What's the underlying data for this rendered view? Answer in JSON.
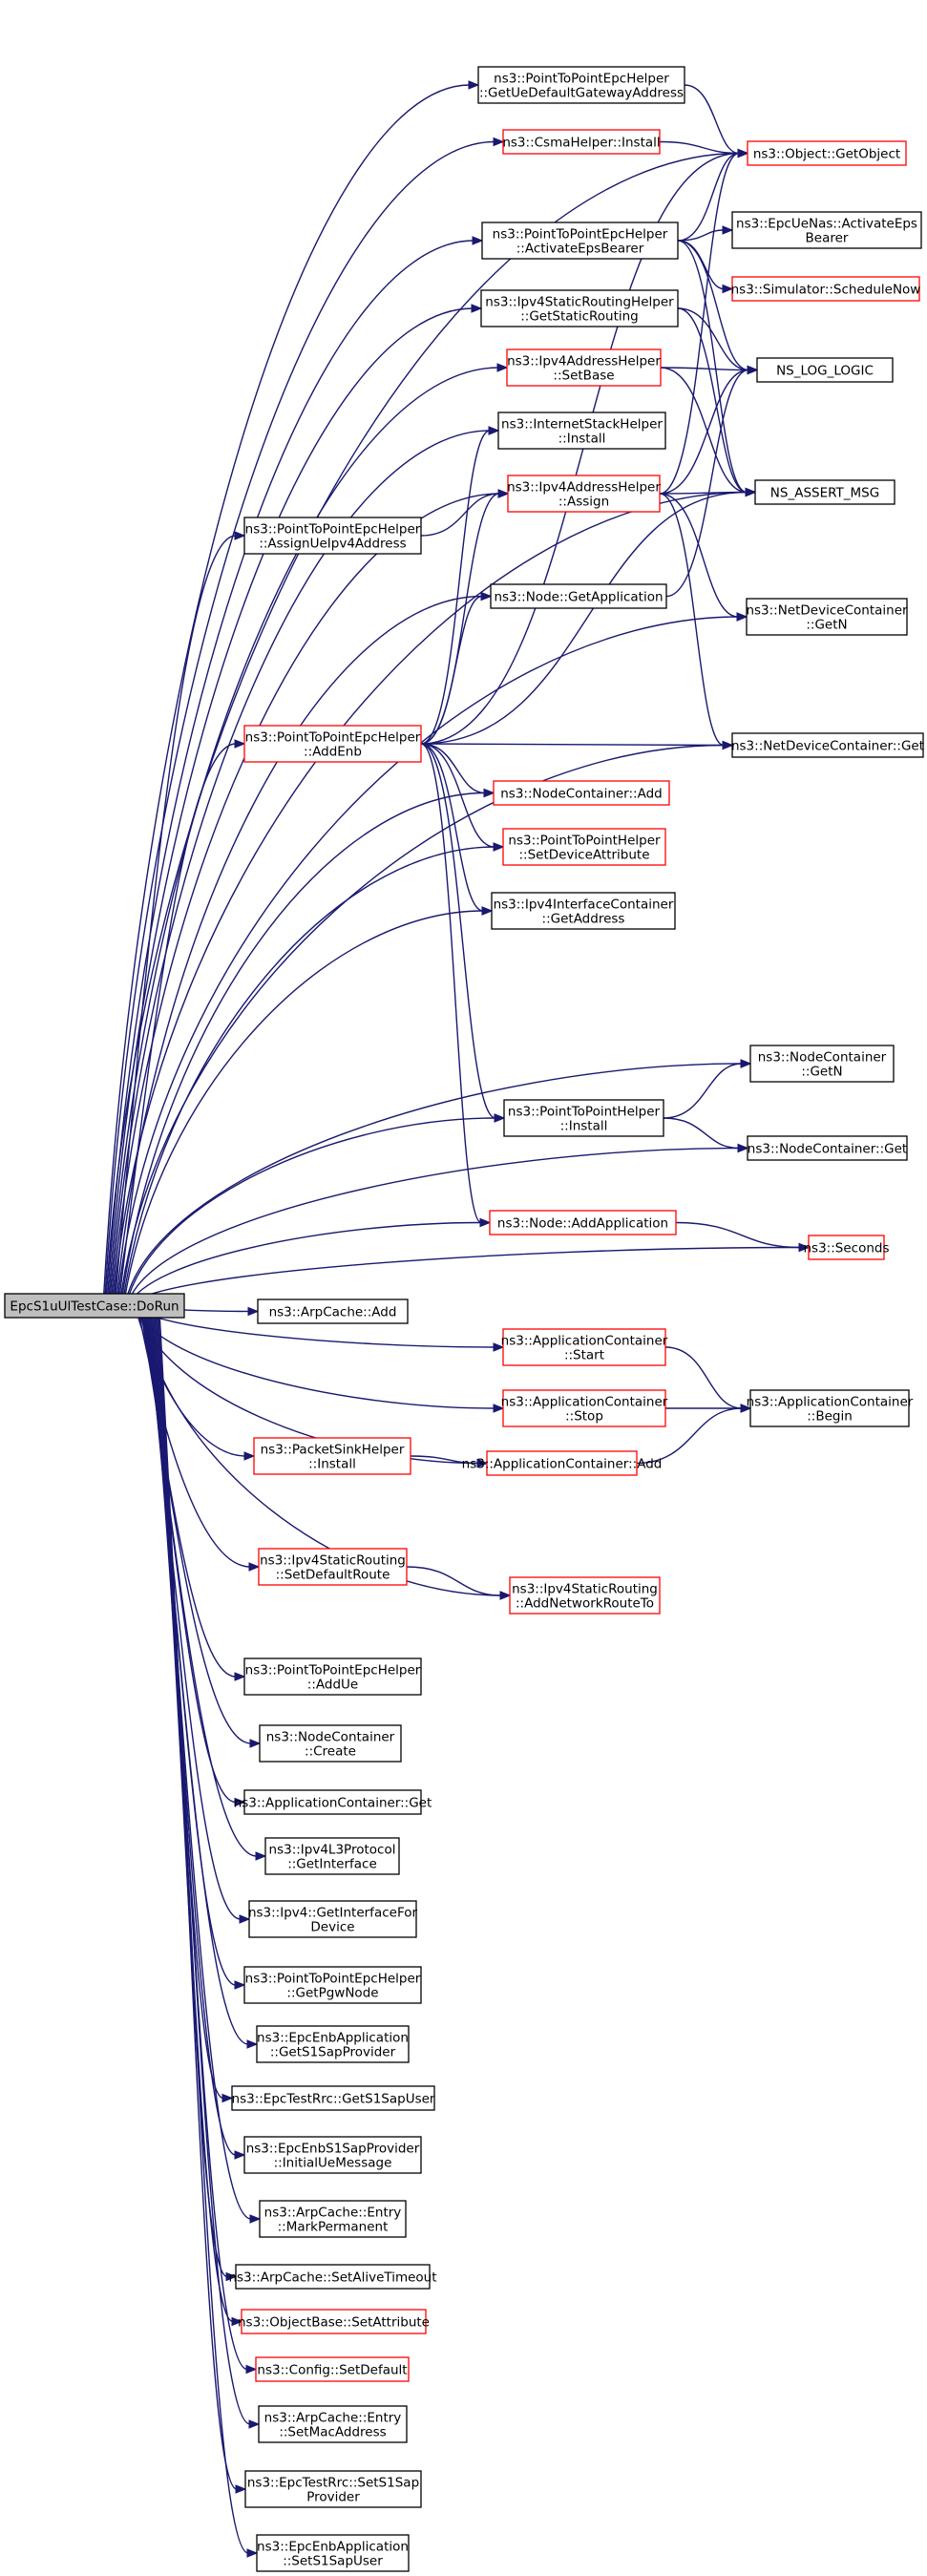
{
  "graph": {
    "root": "EpcS1uUlTestCase::DoRun",
    "colors": {
      "edge": "#191970",
      "normal_border": "#000000",
      "truncated_border": "#ff0000",
      "root_fill": "#bfbfbf",
      "fill": "#ffffff"
    },
    "nodes": [
      {
        "id": "root",
        "lines": [
          "EpcS1uUlTestCase::DoRun"
        ],
        "border": "root"
      },
      {
        "id": "p2p_getdefgw",
        "lines": [
          "ns3::PointToPointEpcHelper",
          "::GetUeDefaultGatewayAddress"
        ],
        "border": "black"
      },
      {
        "id": "csma_install",
        "lines": [
          "ns3::CsmaHelper::Install"
        ],
        "border": "red"
      },
      {
        "id": "obj_getobject",
        "lines": [
          "ns3::Object::GetObject"
        ],
        "border": "red"
      },
      {
        "id": "p2p_activate",
        "lines": [
          "ns3::PointToPointEpcHelper",
          "::ActivateEpsBearer"
        ],
        "border": "black"
      },
      {
        "id": "uenas_activate",
        "lines": [
          "ns3::EpcUeNas::ActivateEps",
          "Bearer"
        ],
        "border": "black"
      },
      {
        "id": "sim_schedulenow",
        "lines": [
          "ns3::Simulator::ScheduleNow"
        ],
        "border": "red"
      },
      {
        "id": "ipv4srh_getstatic",
        "lines": [
          "ns3::Ipv4StaticRoutingHelper",
          "::GetStaticRouting"
        ],
        "border": "black"
      },
      {
        "id": "ns_log_logic",
        "lines": [
          "NS_LOG_LOGIC"
        ],
        "border": "black"
      },
      {
        "id": "ipv4addr_setbase",
        "lines": [
          "ns3::Ipv4AddressHelper",
          "::SetBase"
        ],
        "border": "red"
      },
      {
        "id": "inetstack_install",
        "lines": [
          "ns3::InternetStackHelper",
          "::Install"
        ],
        "border": "black"
      },
      {
        "id": "ipv4addr_assign",
        "lines": [
          "ns3::Ipv4AddressHelper",
          "::Assign"
        ],
        "border": "red"
      },
      {
        "id": "ns_assert_msg",
        "lines": [
          "NS_ASSERT_MSG"
        ],
        "border": "black"
      },
      {
        "id": "p2p_assignue",
        "lines": [
          "ns3::PointToPointEpcHelper",
          "::AssignUeIpv4Address"
        ],
        "border": "black"
      },
      {
        "id": "node_getapp",
        "lines": [
          "ns3::Node::GetApplication"
        ],
        "border": "black"
      },
      {
        "id": "ndc_getn",
        "lines": [
          "ns3::NetDeviceContainer",
          "::GetN"
        ],
        "border": "black"
      },
      {
        "id": "p2p_addenb",
        "lines": [
          "ns3::PointToPointEpcHelper",
          "::AddEnb"
        ],
        "border": "red"
      },
      {
        "id": "ndc_get",
        "lines": [
          "ns3::NetDeviceContainer::Get"
        ],
        "border": "black"
      },
      {
        "id": "nc_add",
        "lines": [
          "ns3::NodeContainer::Add"
        ],
        "border": "red"
      },
      {
        "id": "p2ph_setdevattr",
        "lines": [
          "ns3::PointToPointHelper",
          "::SetDeviceAttribute"
        ],
        "border": "red"
      },
      {
        "id": "ipv4ic_getaddr",
        "lines": [
          "ns3::Ipv4InterfaceContainer",
          "::GetAddress"
        ],
        "border": "black"
      },
      {
        "id": "nc_getn",
        "lines": [
          "ns3::NodeContainer",
          "::GetN"
        ],
        "border": "black"
      },
      {
        "id": "p2ph_install",
        "lines": [
          "ns3::PointToPointHelper",
          "::Install"
        ],
        "border": "black"
      },
      {
        "id": "nc_get",
        "lines": [
          "ns3::NodeContainer::Get"
        ],
        "border": "black"
      },
      {
        "id": "node_addapp",
        "lines": [
          "ns3::Node::AddApplication"
        ],
        "border": "red"
      },
      {
        "id": "seconds",
        "lines": [
          "ns3::Seconds"
        ],
        "border": "red"
      },
      {
        "id": "arpcache_add",
        "lines": [
          "ns3::ArpCache::Add"
        ],
        "border": "black"
      },
      {
        "id": "ac_start",
        "lines": [
          "ns3::ApplicationContainer",
          "::Start"
        ],
        "border": "red"
      },
      {
        "id": "ac_begin",
        "lines": [
          "ns3::ApplicationContainer",
          "::Begin"
        ],
        "border": "black"
      },
      {
        "id": "ac_stop",
        "lines": [
          "ns3::ApplicationContainer",
          "::Stop"
        ],
        "border": "red"
      },
      {
        "id": "psh_install",
        "lines": [
          "ns3::PacketSinkHelper",
          "::Install"
        ],
        "border": "red"
      },
      {
        "id": "ac_add",
        "lines": [
          "ns3::ApplicationContainer::Add"
        ],
        "border": "red"
      },
      {
        "id": "ipv4sr_setdefroute",
        "lines": [
          "ns3::Ipv4StaticRouting",
          "::SetDefaultRoute"
        ],
        "border": "red"
      },
      {
        "id": "ipv4sr_addnetroute",
        "lines": [
          "ns3::Ipv4StaticRouting",
          "::AddNetworkRouteTo"
        ],
        "border": "red"
      },
      {
        "id": "p2p_addue",
        "lines": [
          "ns3::PointToPointEpcHelper",
          "::AddUe"
        ],
        "border": "black"
      },
      {
        "id": "nc_create",
        "lines": [
          "ns3::NodeContainer",
          "::Create"
        ],
        "border": "black"
      },
      {
        "id": "ac_get",
        "lines": [
          "ns3::ApplicationContainer::Get"
        ],
        "border": "black"
      },
      {
        "id": "ipv4l3_getif",
        "lines": [
          "ns3::Ipv4L3Protocol",
          "::GetInterface"
        ],
        "border": "black"
      },
      {
        "id": "ipv4_getiffordev",
        "lines": [
          "ns3::Ipv4::GetInterfaceFor",
          "Device"
        ],
        "border": "black"
      },
      {
        "id": "p2p_getpgw",
        "lines": [
          "ns3::PointToPointEpcHelper",
          "::GetPgwNode"
        ],
        "border": "black"
      },
      {
        "id": "enbapp_gets1sap",
        "lines": [
          "ns3::EpcEnbApplication",
          "::GetS1SapProvider"
        ],
        "border": "black"
      },
      {
        "id": "rrc_gets1sapuser",
        "lines": [
          "ns3::EpcTestRrc::GetS1SapUser"
        ],
        "border": "black"
      },
      {
        "id": "enbs1_initue",
        "lines": [
          "ns3::EpcEnbS1SapProvider",
          "::InitialUeMessage"
        ],
        "border": "black"
      },
      {
        "id": "arpentry_markperm",
        "lines": [
          "ns3::ArpCache::Entry",
          "::MarkPermanent"
        ],
        "border": "black"
      },
      {
        "id": "arp_setalive",
        "lines": [
          "ns3::ArpCache::SetAliveTimeout"
        ],
        "border": "black"
      },
      {
        "id": "objbase_setattr",
        "lines": [
          "ns3::ObjectBase::SetAttribute"
        ],
        "border": "red"
      },
      {
        "id": "config_setdefault",
        "lines": [
          "ns3::Config::SetDefault"
        ],
        "border": "red"
      },
      {
        "id": "arpentry_setmac",
        "lines": [
          "ns3::ArpCache::Entry",
          "::SetMacAddress"
        ],
        "border": "black"
      },
      {
        "id": "rrc_sets1sap",
        "lines": [
          "ns3::EpcTestRrc::SetS1Sap",
          "Provider"
        ],
        "border": "black"
      },
      {
        "id": "enbapp_sets1sapuser",
        "lines": [
          "ns3::EpcEnbApplication",
          "::SetS1SapUser"
        ],
        "border": "black"
      }
    ],
    "edges": [
      [
        "root",
        "p2p_getdefgw"
      ],
      [
        "root",
        "csma_install"
      ],
      [
        "root",
        "obj_getobject"
      ],
      [
        "root",
        "p2p_activate"
      ],
      [
        "root",
        "ipv4srh_getstatic"
      ],
      [
        "root",
        "ipv4addr_setbase"
      ],
      [
        "root",
        "inetstack_install"
      ],
      [
        "root",
        "ipv4addr_assign"
      ],
      [
        "root",
        "ns_assert_msg"
      ],
      [
        "root",
        "p2p_assignue"
      ],
      [
        "root",
        "node_getapp"
      ],
      [
        "root",
        "ndc_getn"
      ],
      [
        "root",
        "p2p_addenb"
      ],
      [
        "root",
        "ndc_get"
      ],
      [
        "root",
        "nc_add"
      ],
      [
        "root",
        "p2ph_setdevattr"
      ],
      [
        "root",
        "ipv4ic_getaddr"
      ],
      [
        "root",
        "nc_getn"
      ],
      [
        "root",
        "p2ph_install"
      ],
      [
        "root",
        "nc_get"
      ],
      [
        "root",
        "node_addapp"
      ],
      [
        "root",
        "seconds"
      ],
      [
        "root",
        "arpcache_add"
      ],
      [
        "root",
        "ac_start"
      ],
      [
        "root",
        "ac_stop"
      ],
      [
        "root",
        "psh_install"
      ],
      [
        "root",
        "ac_add"
      ],
      [
        "root",
        "ipv4sr_setdefroute"
      ],
      [
        "root",
        "ipv4sr_addnetroute"
      ],
      [
        "root",
        "p2p_addue"
      ],
      [
        "root",
        "nc_create"
      ],
      [
        "root",
        "ac_get"
      ],
      [
        "root",
        "ipv4l3_getif"
      ],
      [
        "root",
        "ipv4_getiffordev"
      ],
      [
        "root",
        "p2p_getpgw"
      ],
      [
        "root",
        "enbapp_gets1sap"
      ],
      [
        "root",
        "rrc_gets1sapuser"
      ],
      [
        "root",
        "enbs1_initue"
      ],
      [
        "root",
        "arpentry_markperm"
      ],
      [
        "root",
        "arp_setalive"
      ],
      [
        "root",
        "objbase_setattr"
      ],
      [
        "root",
        "config_setdefault"
      ],
      [
        "root",
        "arpentry_setmac"
      ],
      [
        "root",
        "rrc_sets1sap"
      ],
      [
        "root",
        "enbapp_sets1sapuser"
      ],
      [
        "p2p_getdefgw",
        "obj_getobject"
      ],
      [
        "csma_install",
        "obj_getobject"
      ],
      [
        "p2p_activate",
        "obj_getobject"
      ],
      [
        "p2p_activate",
        "uenas_activate"
      ],
      [
        "p2p_activate",
        "sim_schedulenow"
      ],
      [
        "p2p_activate",
        "ns_log_logic"
      ],
      [
        "p2p_activate",
        "ns_assert_msg"
      ],
      [
        "ipv4srh_getstatic",
        "ns_log_logic"
      ],
      [
        "ipv4srh_getstatic",
        "ns_assert_msg"
      ],
      [
        "ipv4addr_setbase",
        "ns_log_logic"
      ],
      [
        "ipv4addr_setbase",
        "ns_assert_msg"
      ],
      [
        "ipv4addr_assign",
        "obj_getobject"
      ],
      [
        "ipv4addr_assign",
        "ns_log_logic"
      ],
      [
        "ipv4addr_assign",
        "ns_assert_msg"
      ],
      [
        "ipv4addr_assign",
        "ndc_getn"
      ],
      [
        "ipv4addr_assign",
        "ndc_get"
      ],
      [
        "p2p_assignue",
        "ipv4addr_assign"
      ],
      [
        "node_getapp",
        "ns_log_logic"
      ],
      [
        "p2p_addenb",
        "obj_getobject"
      ],
      [
        "p2p_addenb",
        "inetstack_install"
      ],
      [
        "p2p_addenb",
        "ipv4addr_assign"
      ],
      [
        "p2p_addenb",
        "ns_assert_msg"
      ],
      [
        "p2p_addenb",
        "node_getapp"
      ],
      [
        "p2p_addenb",
        "ndc_get"
      ],
      [
        "p2p_addenb",
        "nc_add"
      ],
      [
        "p2p_addenb",
        "p2ph_setdevattr"
      ],
      [
        "p2p_addenb",
        "ipv4ic_getaddr"
      ],
      [
        "p2p_addenb",
        "p2ph_install"
      ],
      [
        "p2p_addenb",
        "node_addapp"
      ],
      [
        "p2ph_install",
        "nc_getn"
      ],
      [
        "p2ph_install",
        "nc_get"
      ],
      [
        "node_addapp",
        "seconds"
      ],
      [
        "ac_start",
        "ac_begin"
      ],
      [
        "ac_stop",
        "ac_begin"
      ],
      [
        "psh_install",
        "ac_add"
      ],
      [
        "ac_add",
        "ac_begin"
      ],
      [
        "ipv4sr_setdefroute",
        "ipv4sr_addnetroute"
      ]
    ]
  }
}
